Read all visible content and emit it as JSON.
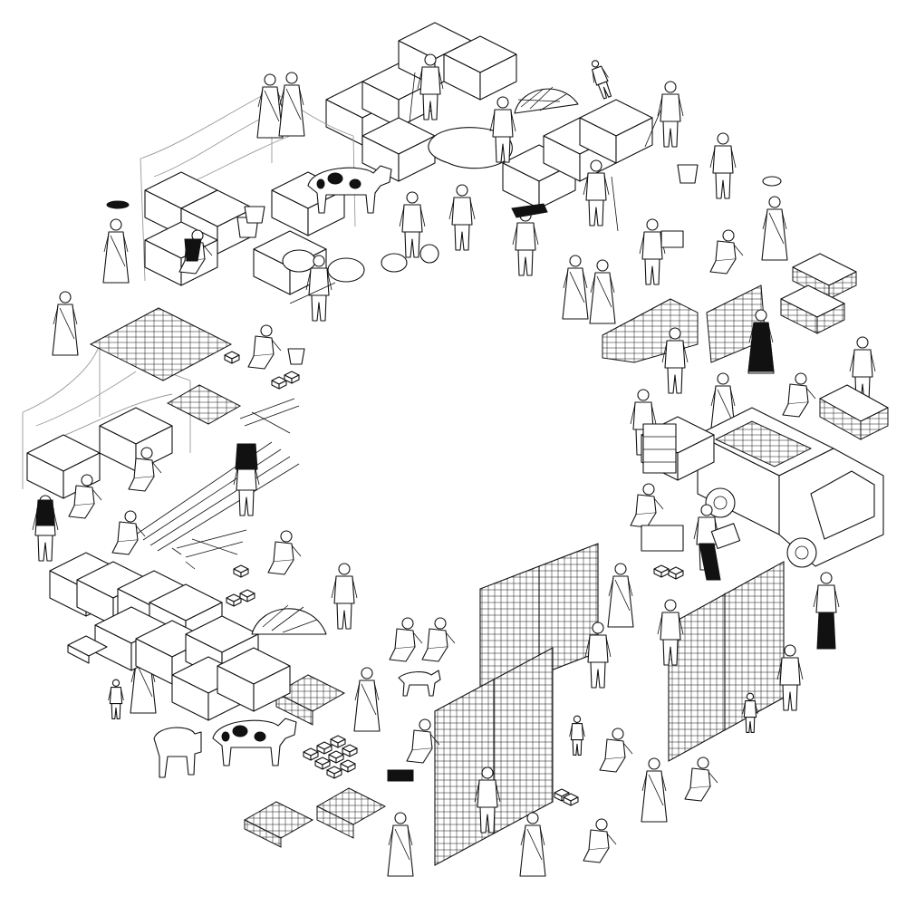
{
  "colors": {
    "ink": "#111111",
    "paper": "#ffffff",
    "canopy": "#999999"
  },
  "icons": [
    "person",
    "cow",
    "goat",
    "dog",
    "truck",
    "brick",
    "brick-stack",
    "bucket",
    "rebar-cage",
    "drying-rack",
    "hay-pile",
    "market-canopy",
    "mud-block"
  ]
}
